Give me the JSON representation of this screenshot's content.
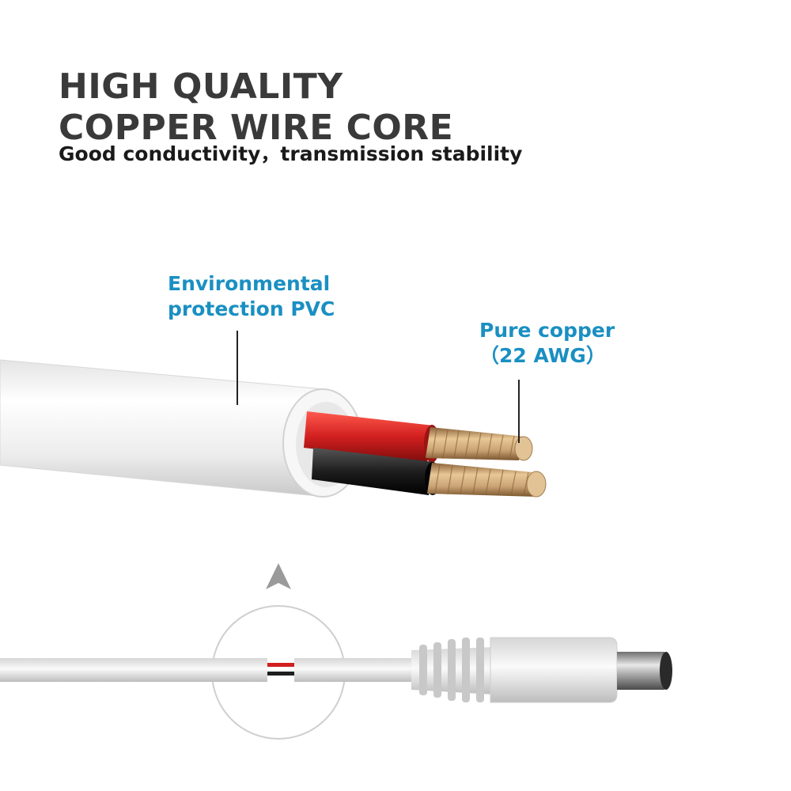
{
  "headline": {
    "line1": "HIGH QUALITY",
    "line2": "COPPER WIRE CORE"
  },
  "subheadline": "Good conductivity，transmission stability",
  "callouts": {
    "pvc_line1": "Environmental",
    "pvc_line2": "protection PVC",
    "copper_line1": "Pure copper",
    "copper_line2": "（22 AWG）"
  },
  "colors": {
    "headline": "#3a3a3a",
    "callout": "#1a8fc2",
    "jacket": "#f2f2f2",
    "red_insulation": "#d11f1f",
    "black_insulation": "#1e1e1e",
    "copper": "#c9a274"
  }
}
